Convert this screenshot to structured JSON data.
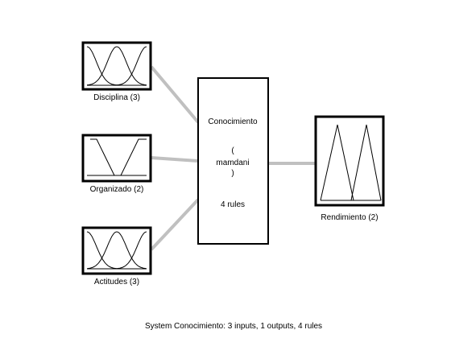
{
  "inputs": [
    {
      "label": "Disciplina (3)",
      "mf_count": 3,
      "mf_shape": "gaussian"
    },
    {
      "label": "Organizado (2)",
      "mf_count": 2,
      "mf_shape": "trapezoid"
    },
    {
      "label": "Actitudes (3)",
      "mf_count": 3,
      "mf_shape": "gaussian"
    }
  ],
  "system": {
    "name": "Conocimiento",
    "open_paren": "(",
    "type": "mamdani",
    "close_paren": ")",
    "rules": "4 rules"
  },
  "output": {
    "label": "Rendimiento (2)",
    "mf_count": 2,
    "mf_shape": "triangle"
  },
  "caption": "System Conocimiento: 3 inputs, 1 outputs, 4 rules",
  "colors": {
    "connector": "#c0c0c0",
    "border": "#000000",
    "curve": "#000000"
  }
}
